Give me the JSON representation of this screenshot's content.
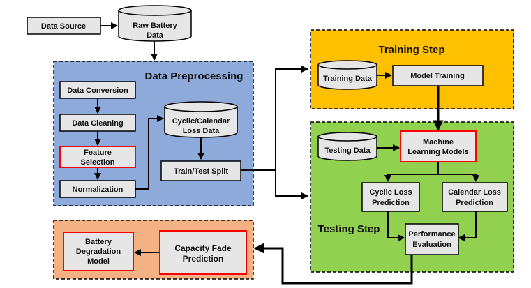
{
  "colors": {
    "preprocessing_fill": "#8eaadb",
    "training_fill": "#ffc000",
    "testing_fill": "#92d050",
    "output_fill": "#f4b183",
    "box_fill": "#e7e6e6",
    "highlight_border": "#ff0000",
    "arrow": "#000000"
  },
  "nodes": {
    "data_source": "Data Source",
    "raw_battery_data": [
      "Raw Battery",
      "Data"
    ],
    "data_conversion": "Data Conversion",
    "data_cleaning": "Data Cleaning",
    "feature_selection": [
      "Feature",
      "Selection"
    ],
    "normalization": "Normalization",
    "cyclic_calendar_loss_data": [
      "Cyclic/Calendar",
      "Loss Data"
    ],
    "train_test_split": "Train/Test Split",
    "training_data": "Training Data",
    "model_training": "Model Training",
    "testing_data": "Testing Data",
    "machine_learning_models": [
      "Machine",
      "Learning Models"
    ],
    "cyclic_loss_prediction": [
      "Cyclic Loss",
      "Prediction"
    ],
    "calendar_loss_prediction": [
      "Calendar Loss",
      "Prediction"
    ],
    "performance_evaluation": [
      "Performance",
      "Evaluation"
    ],
    "capacity_fade_prediction": [
      "Capacity Fade",
      "Prediction"
    ],
    "battery_degradation_model": [
      "Battery",
      "Degradation",
      "Model"
    ]
  },
  "groups": {
    "data_preprocessing": "Data Preprocessing",
    "training_step": "Training Step",
    "testing_step": "Testing Step"
  }
}
